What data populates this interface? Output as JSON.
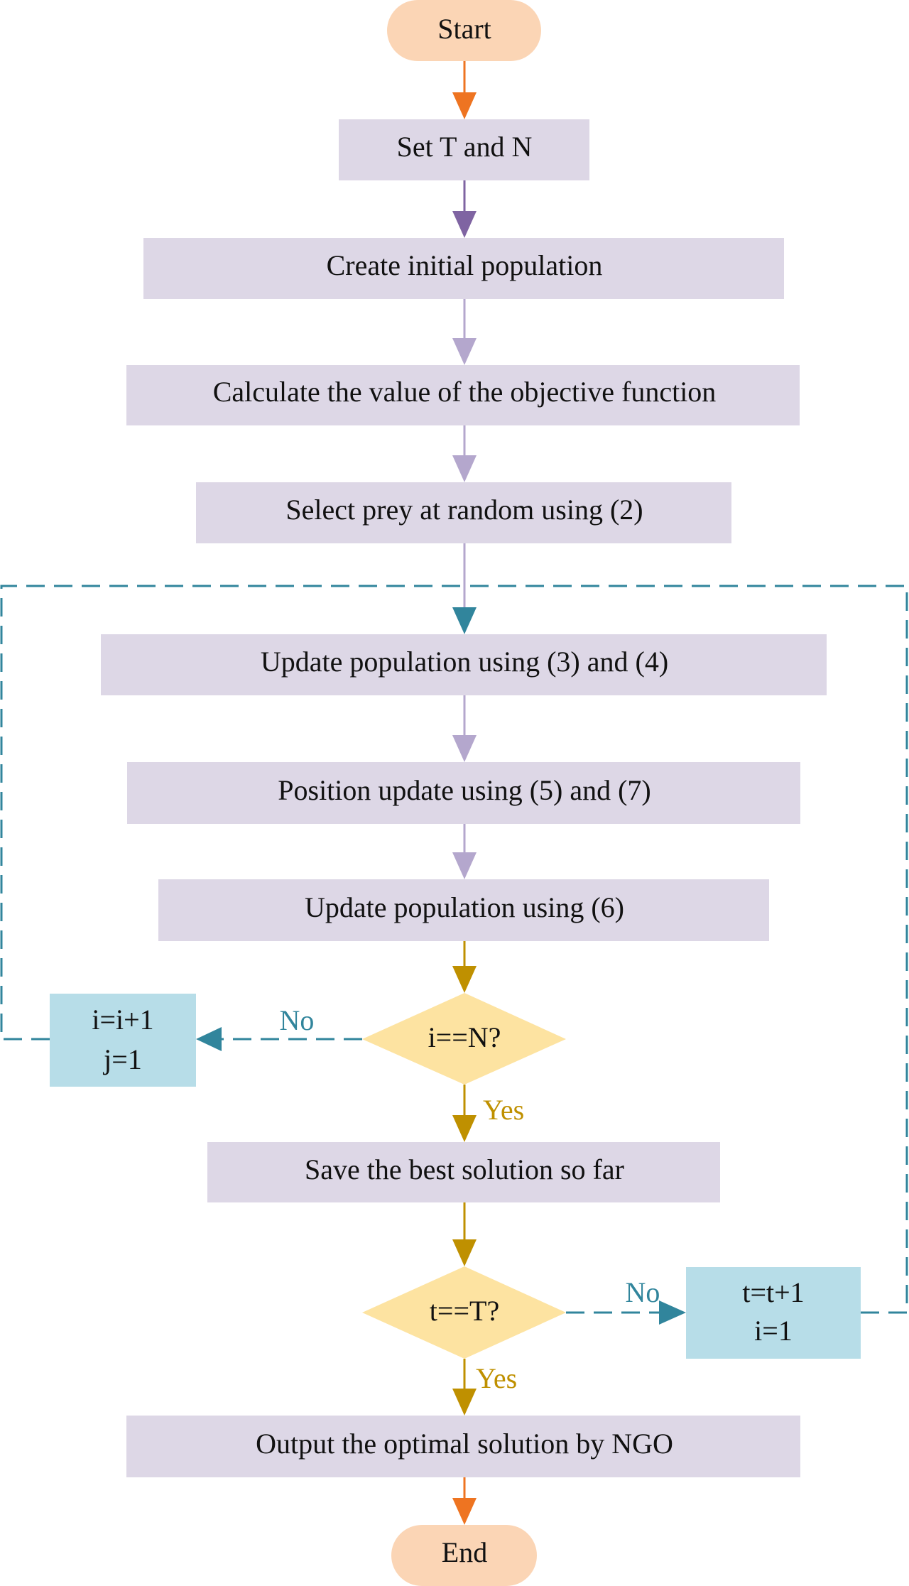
{
  "colors": {
    "terminal_fill": "#fbd5b5",
    "process_fill": "#ddd7e6",
    "decision_fill": "#fde3a1",
    "counter_fill": "#b7dde8",
    "orange": "#ee7421",
    "purple": "#7f64a2",
    "lavender": "#b4a7cd",
    "teal": "#31859c",
    "gold": "#bf9000"
  },
  "nodes": {
    "start": {
      "label": "Start"
    },
    "set_tn": {
      "label": "Set T and N"
    },
    "create_pop": {
      "label": "Create initial population"
    },
    "calc_obj": {
      "label": "Calculate the value of the objective function"
    },
    "select_prey": {
      "label": "Select prey at random using (2)"
    },
    "update_pop_34": {
      "label": "Update population using (3) and (4)"
    },
    "pos_update": {
      "label": "Position update using (5) and (7)"
    },
    "update_pop_6": {
      "label": "Update population using (6)"
    },
    "check_i": {
      "label": "i==N?"
    },
    "inc_i": {
      "line1": "i=i+1",
      "line2": "j=1"
    },
    "save_best": {
      "label": "Save the best solution so far"
    },
    "check_t": {
      "label": "t==T?"
    },
    "inc_t": {
      "line1": "t=t+1",
      "line2": "i=1"
    },
    "output": {
      "label": "Output the optimal solution by NGO"
    },
    "end": {
      "label": "End"
    }
  },
  "edge_labels": {
    "i_no": "No",
    "i_yes": "Yes",
    "t_no": "No",
    "t_yes": "Yes"
  }
}
